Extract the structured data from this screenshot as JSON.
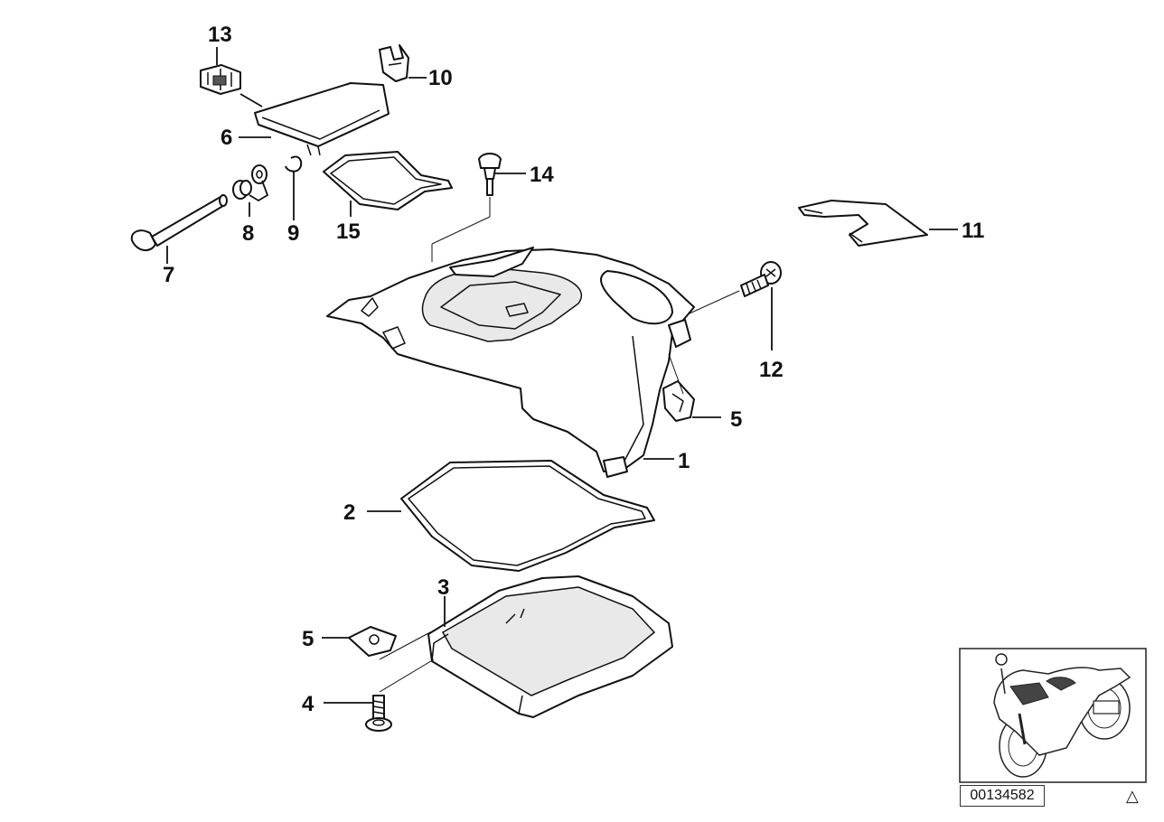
{
  "diagram": {
    "callouts": {
      "c1": "1",
      "c2": "2",
      "c3": "3",
      "c4": "4",
      "c5a": "5",
      "c5b": "5",
      "c6": "6",
      "c7": "7",
      "c8": "8",
      "c9": "9",
      "c10": "10",
      "c11": "11",
      "c12": "12",
      "c13": "13",
      "c14": "14",
      "c15": "15"
    },
    "reference_number": "00134582",
    "reference_icon": "warning-triangle-icon"
  }
}
